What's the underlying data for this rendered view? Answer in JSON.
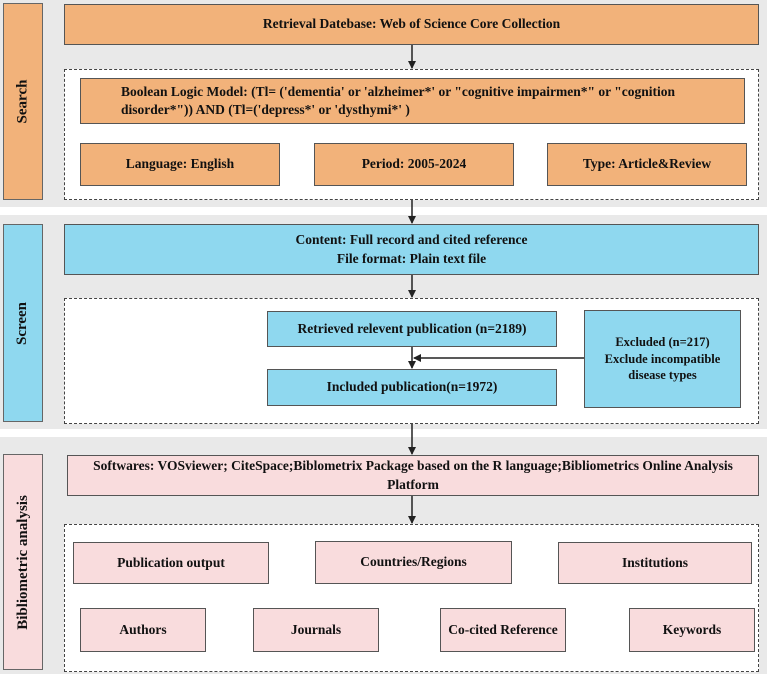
{
  "sections": {
    "search": "Search",
    "screen": "Screen",
    "analysis": "Bibliometric analysis"
  },
  "search": {
    "database": "Retrieval Datebase: Web of Science Core Collection",
    "boolean": "Boolean Logic Model: (Tl= ('dementia' or 'alzheimer*' or \"cognitive impairmen*\" or \"cognition disorder*\")) AND (Tl=('depress*' or 'dysthymi*' )",
    "language": "Language: English",
    "period": "Period: 2005-2024",
    "type": "Type: Article&Review"
  },
  "screen": {
    "content_line1": "Content: Full record and cited reference",
    "content_line2": "File format: Plain text file",
    "retrieved": "Retrieved relevent publication (n=2189)",
    "included": "Included publication(n=1972)",
    "excluded": "Excluded (n=217) Exclude incompatible disease types"
  },
  "analysis": {
    "software": "Softwares: VOSviewer; CiteSpace;Biblometrix Package based on the R language;Bibliometrics Online Analysis Platform",
    "items": {
      "publication_output": "Publication output",
      "countries": "Countries/Regions",
      "institutions": "Institutions",
      "authors": "Authors",
      "journals": "Journals",
      "cocited": "Co-cited Reference",
      "keywords": "Keywords"
    }
  },
  "colors": {
    "search": "#f2b27a",
    "screen": "#8fd8ef",
    "analysis": "#f9dcdd",
    "band": "#e9e9e9"
  }
}
